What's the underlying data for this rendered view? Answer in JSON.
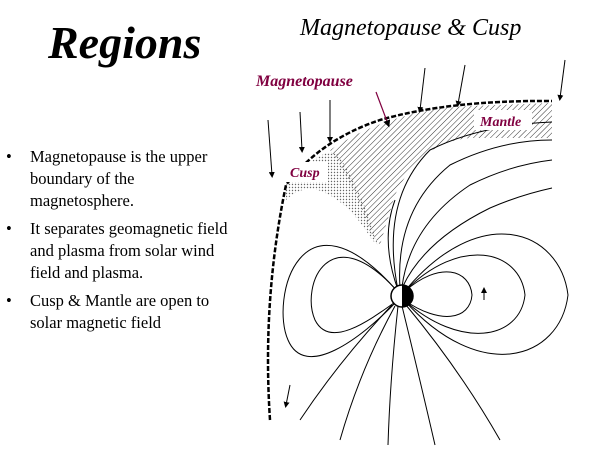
{
  "slide": {
    "title": "Regions",
    "diagram_title": "Magnetopause & Cusp"
  },
  "bullets": [
    "Magnetopause is the upper boundary of the magnetosphere.",
    "It separates geomagnetic field and plasma from solar wind field and plasma.",
    "Cusp & Mantle are open to solar magnetic field"
  ],
  "bullet_marker": "•",
  "diagram": {
    "labels": {
      "magnetopause": "Magnetopause",
      "mantle": "Mantle",
      "cusp": "Cusp"
    },
    "label_color": "#800040"
  }
}
